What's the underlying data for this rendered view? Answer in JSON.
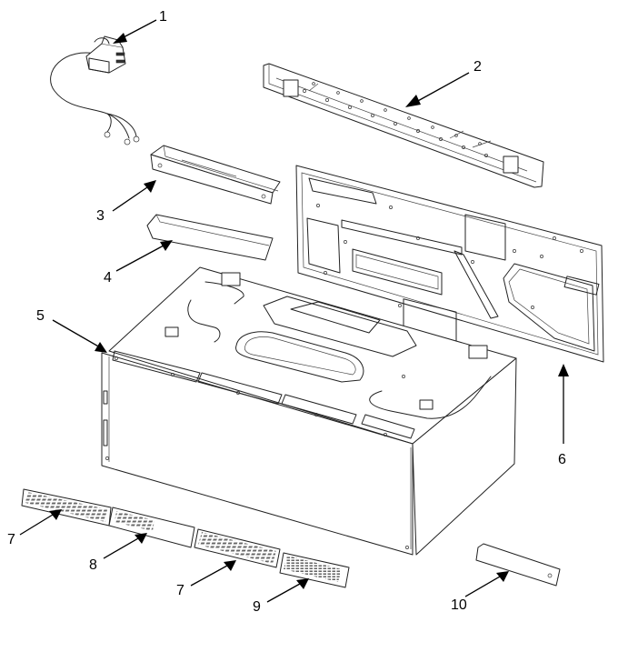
{
  "callouts": [
    {
      "id": "1",
      "label": "1"
    },
    {
      "id": "2",
      "label": "2"
    },
    {
      "id": "3",
      "label": "3"
    },
    {
      "id": "4",
      "label": "4"
    },
    {
      "id": "5",
      "label": "5"
    },
    {
      "id": "6",
      "label": "6"
    },
    {
      "id": "7a",
      "label": "7"
    },
    {
      "id": "8",
      "label": "8"
    },
    {
      "id": "7b",
      "label": "7"
    },
    {
      "id": "9",
      "label": "9"
    },
    {
      "id": "10",
      "label": "10"
    }
  ]
}
